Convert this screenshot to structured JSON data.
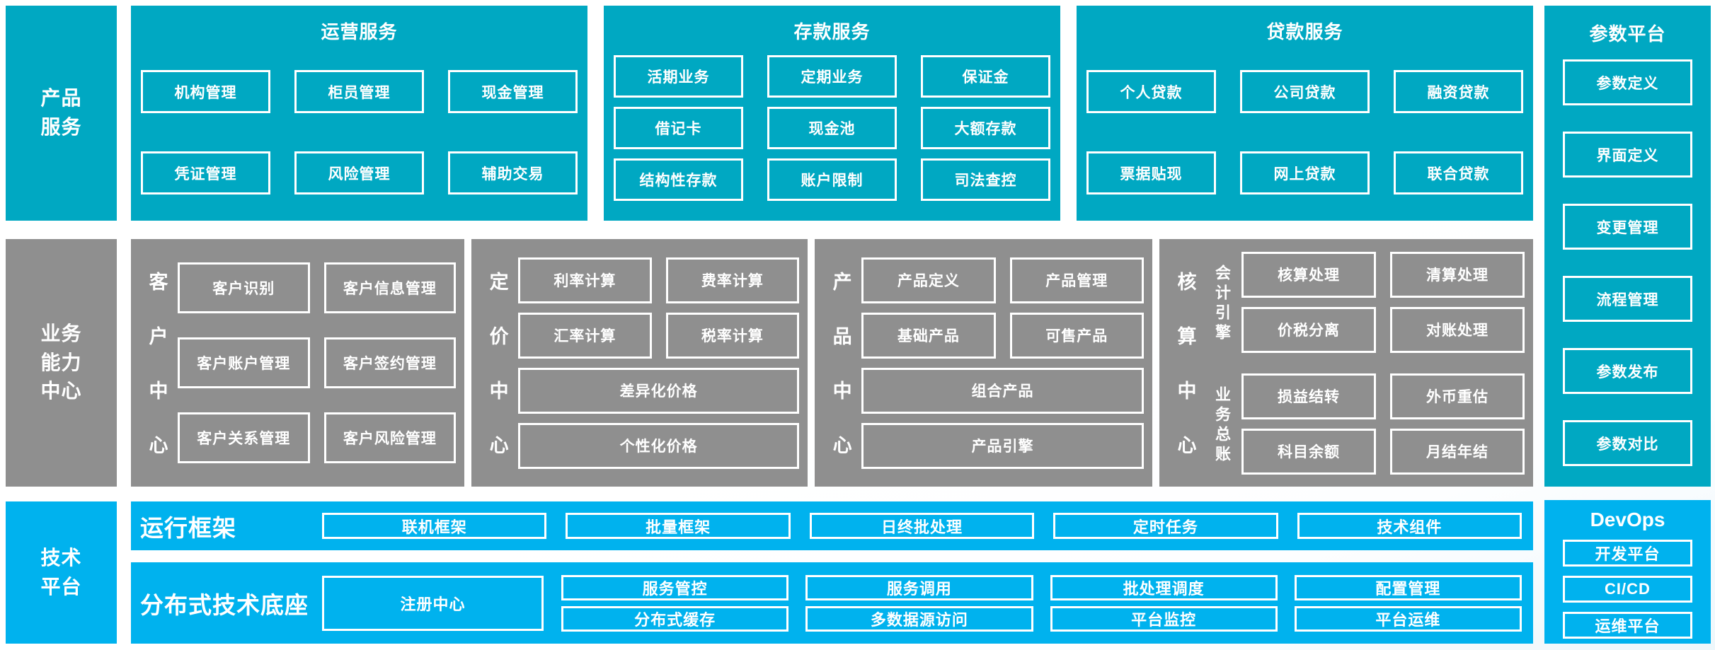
{
  "colors": {
    "teal": "#00A8C2",
    "blue": "#00B2EE",
    "gray": "#8F8F8F",
    "ink": "#FFFFFF",
    "bg": "#FDFEFF"
  },
  "left_labels": {
    "product": "产品\n服务",
    "capability": "业务\n能力\n中心",
    "tech": "技术\n平台"
  },
  "product_row": {
    "operations": {
      "title": "运营服务",
      "items": [
        "机构管理",
        "柜员管理",
        "现金管理",
        "凭证管理",
        "风险管理",
        "辅助交易"
      ]
    },
    "deposit": {
      "title": "存款服务",
      "items": [
        "活期业务",
        "定期业务",
        "保证金",
        "借记卡",
        "现金池",
        "大额存款",
        "结构性存款",
        "账户限制",
        "司法查控"
      ]
    },
    "loan": {
      "title": "贷款服务",
      "items": [
        "个人贷款",
        "公司贷款",
        "融资贷款",
        "票据贴现",
        "网上贷款",
        "联合贷款"
      ]
    }
  },
  "capability_row": {
    "customer": {
      "label": "客户中心",
      "items": [
        "客户识别",
        "客户信息管理",
        "客户账户管理",
        "客户签约管理",
        "客户关系管理",
        "客户风险管理"
      ]
    },
    "pricing": {
      "label": "定价中心",
      "items": [
        "利率计算",
        "费率计算",
        "汇率计算",
        "税率计算"
      ],
      "wide": [
        "差异化价格",
        "个性化价格"
      ]
    },
    "product": {
      "label": "产品中心",
      "items": [
        "产品定义",
        "产品管理",
        "基础产品",
        "可售产品"
      ],
      "wide": [
        "组合产品",
        "产品引擎"
      ]
    },
    "accounting": {
      "label": "核算中心",
      "engine": {
        "label": "会计引擎",
        "items": [
          "核算处理",
          "清算处理",
          "价税分离",
          "对账处理"
        ]
      },
      "ledger": {
        "label": "业务总账",
        "items": [
          "损益结转",
          "外币重估",
          "科目余额",
          "月结年结"
        ]
      }
    }
  },
  "tech_row": {
    "runtime": {
      "label": "运行框架",
      "items": [
        "联机框架",
        "批量框架",
        "日终批处理",
        "定时任务",
        "技术组件"
      ]
    },
    "base": {
      "label": "分布式技术底座",
      "registry": "注册中心",
      "items": [
        "服务管控",
        "服务调用",
        "批处理调度",
        "配置管理",
        "分布式缓存",
        "多数据源访问",
        "平台监控",
        "平台运维"
      ]
    }
  },
  "param_platform": {
    "title": "参数平台",
    "items": [
      "参数定义",
      "界面定义",
      "变更管理",
      "流程管理",
      "参数发布",
      "参数对比"
    ]
  },
  "devops": {
    "title": "DevOps",
    "items": [
      "开发平台",
      "CI/CD",
      "运维平台"
    ]
  }
}
